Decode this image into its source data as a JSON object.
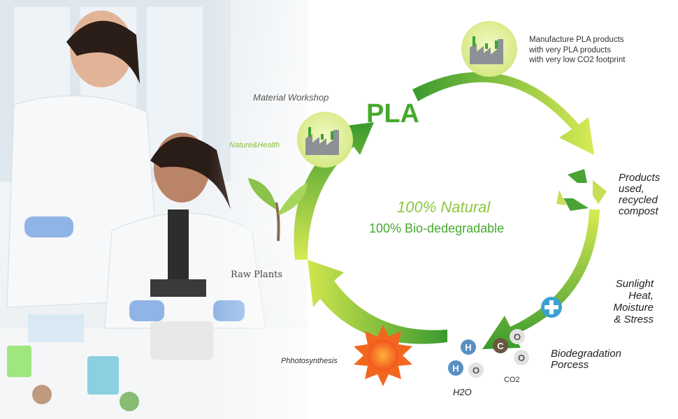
{
  "labels": {
    "manufacture": "Manufacture PLA products\nwith very PLA products\nwith very low CO2 footprint",
    "material_workshop": "Material Workshop",
    "pla": "PLA",
    "nature_health": "Nature&Health",
    "natural": "100% Natural",
    "bio": "100% Bio-dedegradable",
    "products": "Products\nused,\nrecycled\ncompost",
    "raw_plants": "Raw Plants",
    "sunlight": "Sunlight\nHeat,\nMoisture\n& Stress",
    "photosynthesis": "Phhotosynthesis",
    "biodegradation": "Biodegradation\nPorcess",
    "h2o": "H2O",
    "co2": "CO2"
  },
  "molecules": {
    "h2o": [
      "H",
      "H",
      "O"
    ],
    "co2": [
      "C",
      "O",
      "O"
    ]
  },
  "icons": [
    "factory-icon",
    "recycle-icon",
    "plus-icon",
    "sun-icon",
    "sprout-icon"
  ],
  "colors": {
    "dark_green": "#3a9a2e",
    "light_green": "#c7e24b",
    "pla_green": "#47a92e",
    "sun_orange": "#f26b1d"
  }
}
